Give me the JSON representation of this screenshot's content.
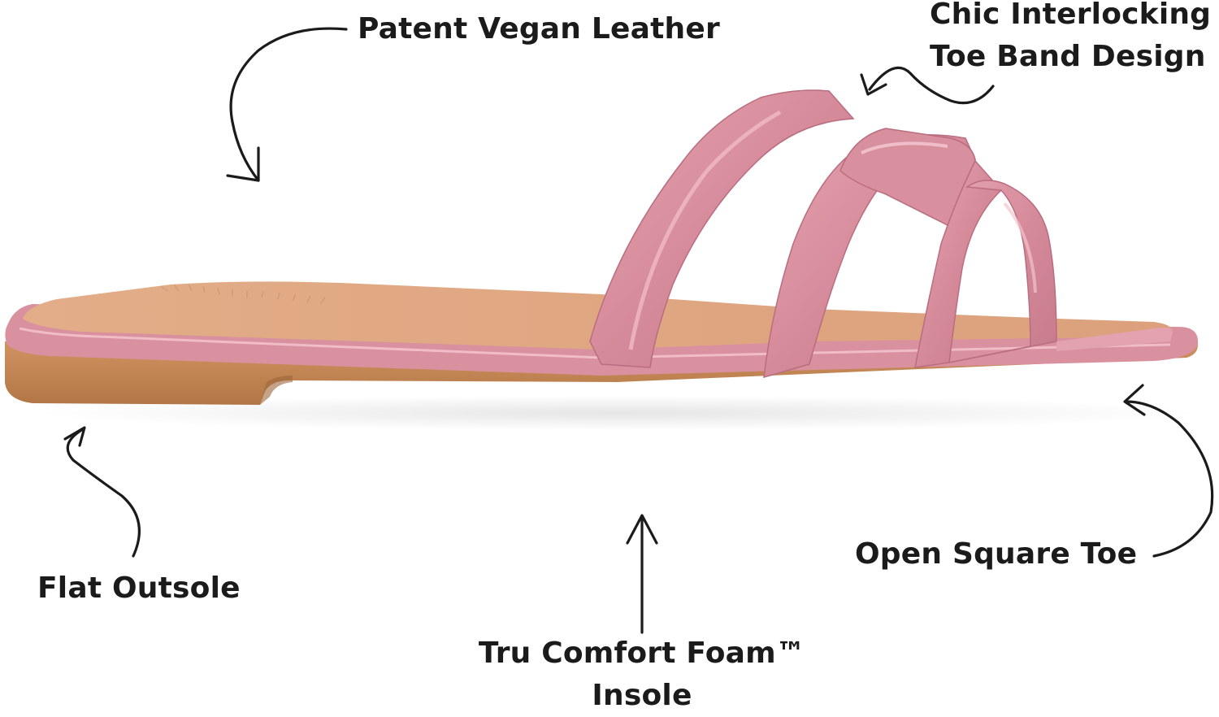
{
  "product": {
    "color": "#d58a9a",
    "sole_color": "#c68a55",
    "insole_color": "#dfa47e"
  },
  "callouts": {
    "patent": "Patent Vegan Leather",
    "chic_line1": "Chic Interlocking",
    "chic_line2": "Toe Band Design",
    "flat": "Flat Outsole",
    "tru_line1": "Tru Comfort Foam™",
    "tru_line2": "Insole",
    "open": "Open Square Toe"
  }
}
